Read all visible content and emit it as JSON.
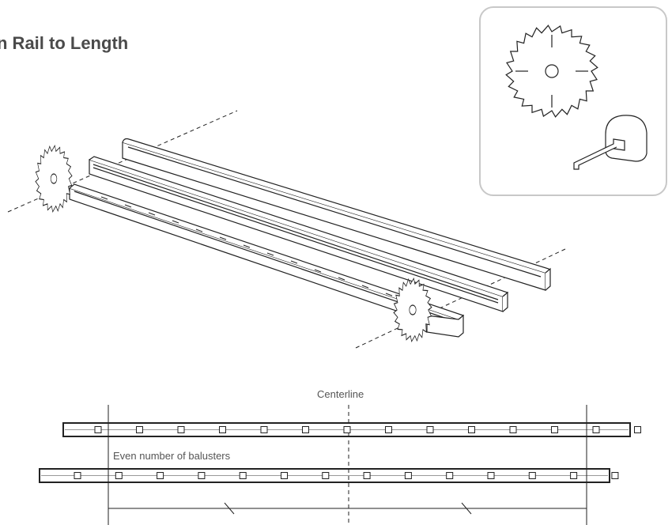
{
  "title": "n Rail to Length",
  "labels": {
    "centerline": "Centerline",
    "even_balusters": "Even number of balusters"
  }
}
